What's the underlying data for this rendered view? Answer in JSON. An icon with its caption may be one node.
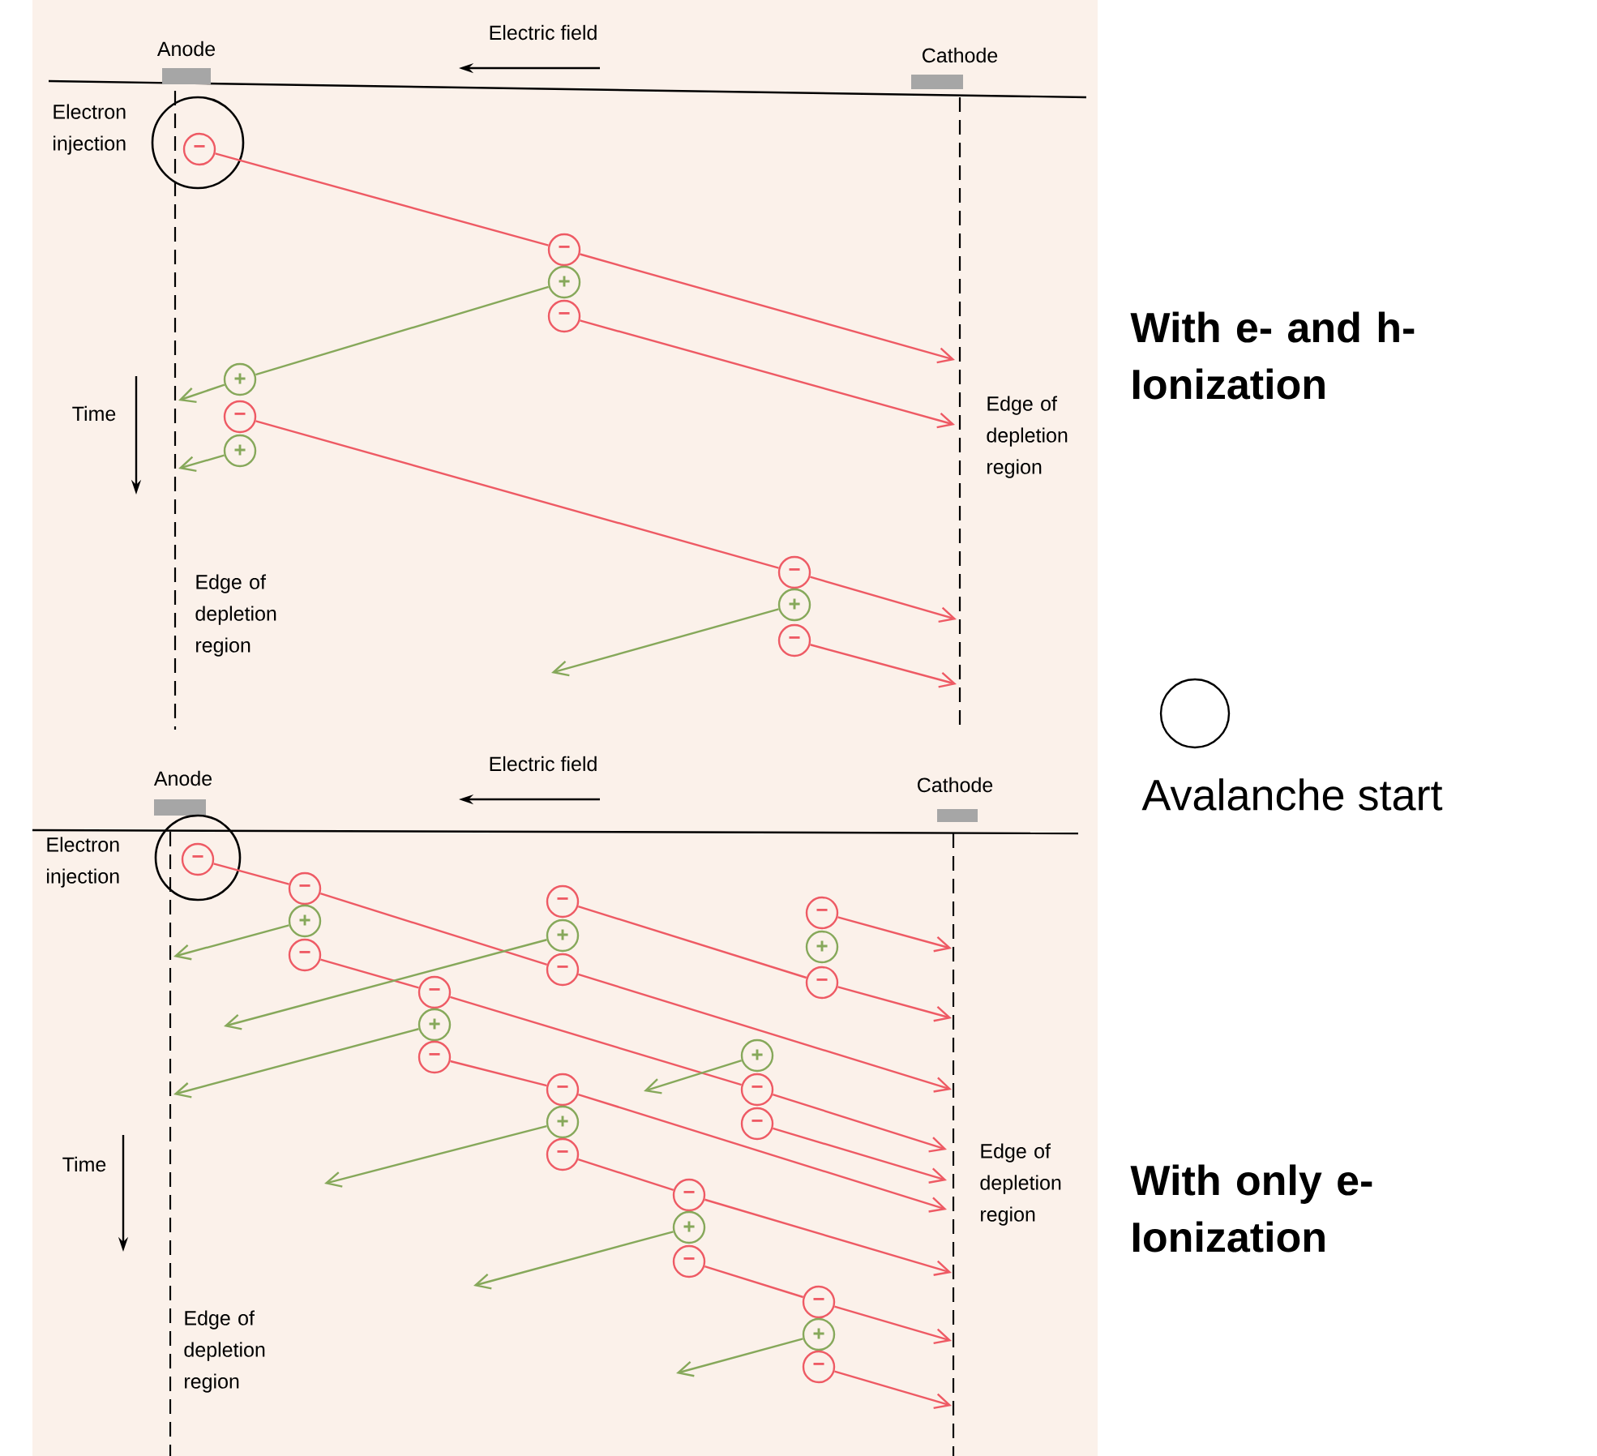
{
  "diagram": {
    "nodes": [
      {
        "text": [
          "−"
        ]
      },
      {
        "text": [
          "−"
        ]
      },
      {
        "text": [
          "+"
        ]
      },
      {
        "text": [
          "−"
        ]
      },
      {
        "text": [
          "+"
        ]
      },
      {
        "text": [
          "−"
        ]
      },
      {
        "text": [
          "+"
        ]
      },
      {
        "text": [
          "−"
        ]
      },
      {
        "text": [
          "+"
        ]
      },
      {
        "text": [
          "−"
        ]
      },
      {
        "text": [
          "−"
        ]
      },
      {
        "text": [
          "−"
        ]
      },
      {
        "text": [
          "+"
        ]
      },
      {
        "text": [
          "−"
        ]
      },
      {
        "text": [
          "−"
        ]
      },
      {
        "text": [
          "+"
        ]
      },
      {
        "text": [
          "−"
        ]
      },
      {
        "text": [
          "−"
        ]
      },
      {
        "text": [
          "+"
        ]
      },
      {
        "text": [
          "−"
        ]
      },
      {
        "text": [
          "−"
        ]
      },
      {
        "text": [
          "+"
        ]
      },
      {
        "text": [
          "−"
        ]
      },
      {
        "text": [
          "+"
        ]
      },
      {
        "text": [
          "−"
        ]
      },
      {
        "text": [
          "−"
        ]
      },
      {
        "text": [
          "−"
        ]
      },
      {
        "text": [
          "+"
        ]
      },
      {
        "text": [
          "−"
        ]
      },
      {
        "text": [
          "−"
        ]
      },
      {
        "text": [
          "+"
        ]
      },
      {
        "text": [
          "−"
        ]
      },
      {
        "text": [
          "−"
        ]
      },
      {
        "text": [
          "+"
        ]
      },
      {
        "text": [
          "−"
        ]
      }
    ],
    "edges": [
      {
        "from": 0,
        "to": 1,
        "arrow": "none"
      },
      {
        "from": 1,
        "to": null,
        "arrow": "to"
      },
      {
        "from": 3,
        "to": null,
        "arrow": "to"
      },
      {
        "from": 2,
        "to": 4,
        "arrow": "none",
        "color": "#86a85a"
      },
      {
        "from": 4,
        "to": null,
        "arrow": "to",
        "color": "#86a85a"
      },
      {
        "from": 6,
        "to": null,
        "arrow": "to",
        "color": "#86a85a"
      },
      {
        "from": 5,
        "to": 7,
        "arrow": "none"
      },
      {
        "from": 7,
        "to": null,
        "arrow": "to"
      },
      {
        "from": 8,
        "to": null,
        "arrow": "to",
        "color": "#86a85a"
      },
      {
        "from": 9,
        "to": null,
        "arrow": "to"
      },
      {
        "from": 10,
        "to": 11,
        "arrow": "none"
      },
      {
        "from": 11,
        "to": 16,
        "arrow": "none"
      },
      {
        "from": 16,
        "to": null,
        "arrow": "to"
      },
      {
        "from": 14,
        "to": 19,
        "arrow": "none"
      },
      {
        "from": 19,
        "to": null,
        "arrow": "to"
      },
      {
        "from": 17,
        "to": null,
        "arrow": "to"
      },
      {
        "from": 13,
        "to": 20,
        "arrow": "none"
      },
      {
        "from": 20,
        "to": 24,
        "arrow": "none"
      },
      {
        "from": 24,
        "to": null,
        "arrow": "to"
      },
      {
        "from": 22,
        "to": 26,
        "arrow": "none"
      },
      {
        "from": 26,
        "to": null,
        "arrow": "to"
      },
      {
        "from": 28,
        "to": 29,
        "arrow": "none"
      },
      {
        "from": 29,
        "to": null,
        "arrow": "to"
      },
      {
        "from": 31,
        "to": 32,
        "arrow": "none"
      },
      {
        "from": 32,
        "to": null,
        "arrow": "to"
      },
      {
        "from": 34,
        "to": null,
        "arrow": "to"
      },
      {
        "from": 25,
        "to": null,
        "arrow": "to"
      },
      {
        "from": 12,
        "to": null,
        "arrow": "to",
        "color": "#86a85a"
      },
      {
        "from": 15,
        "to": null,
        "arrow": "to",
        "color": "#86a85a"
      },
      {
        "from": 21,
        "to": null,
        "arrow": "to",
        "color": "#86a85a"
      },
      {
        "from": 23,
        "to": null,
        "arrow": "to",
        "color": "#86a85a"
      },
      {
        "from": 27,
        "to": null,
        "arrow": "to",
        "color": "#86a85a"
      },
      {
        "from": 30,
        "to": null,
        "arrow": "to",
        "color": "#86a85a"
      },
      {
        "from": 33,
        "to": null,
        "arrow": "to",
        "color": "#86a85a"
      }
    ],
    "labels": [
      "Anode",
      "Electric field",
      "Cathode",
      "Electron injection",
      "With e- and h- Ionization",
      "Time",
      "Edge of depletion region",
      "Edge of depletion region",
      "Anode",
      "Electric field",
      "Cathode",
      "Electron injection",
      "Time",
      "Edge of depletion region",
      "With only e- Ionization",
      "Edge of depletion region"
    ],
    "legend": [
      {
        "text": "Avalanche start"
      }
    ]
  }
}
